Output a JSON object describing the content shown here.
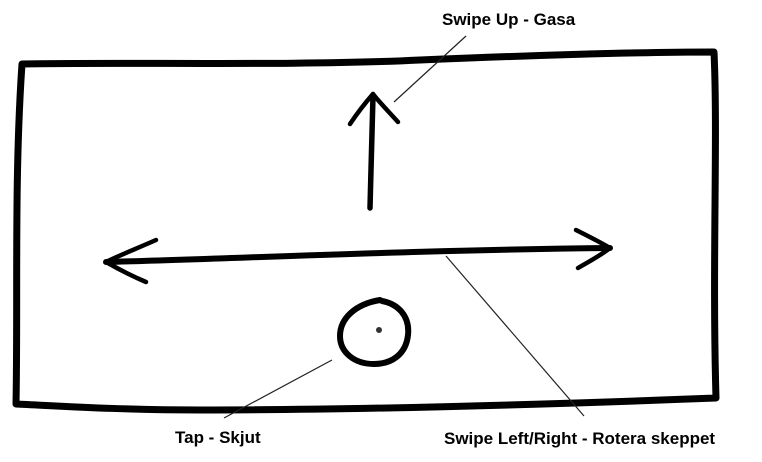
{
  "labels": {
    "swipe_up": "Swipe Up - Gasa",
    "swipe_left_right": "Swipe Left/Right - Rotera skeppet",
    "tap": "Tap - Skjut"
  },
  "colors": {
    "stroke": "#000000",
    "leader_line": "#222222",
    "background": "#ffffff"
  },
  "icons": {
    "screen": "phone-screen-outline",
    "swipe_up": "up-arrow-icon",
    "swipe_left_right": "left-right-arrow-icon",
    "tap": "tap-circle-icon"
  }
}
